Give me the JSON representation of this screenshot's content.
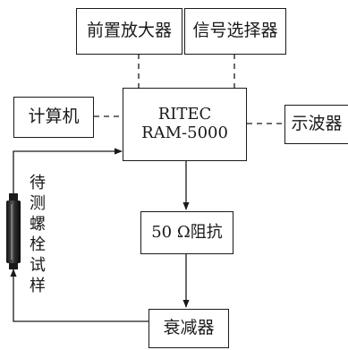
{
  "diagram": {
    "nodes": {
      "preamp": "前置放大器",
      "signal_selector": "信号选择器",
      "computer": "计算机",
      "ritec_line1": "RITEC",
      "ritec_line2": "RAM-5000",
      "oscilloscope": "示波器",
      "impedance": "50 Ω阻抗",
      "attenuator": "衰减器"
    },
    "specimen_label": [
      "待",
      "测",
      "螺",
      "栓",
      "试",
      "样"
    ]
  }
}
